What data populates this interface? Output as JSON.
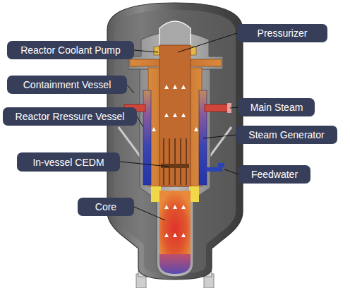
{
  "diagram": {
    "nodes": [
      {
        "text": [
          "Reactor Coolant Pump"
        ]
      },
      {
        "text": [
          "Containment Vessel"
        ]
      },
      {
        "text": [
          "Reactor Rressure Vessel"
        ]
      },
      {
        "text": [
          "In-vessel CEDM"
        ]
      },
      {
        "text": [
          "Core"
        ]
      },
      {
        "text": [
          "Pressurizer"
        ]
      },
      {
        "text": [
          "Main Steam"
        ]
      },
      {
        "text": [
          "Steam Generator"
        ]
      },
      {
        "text": [
          "Feedwater"
        ]
      }
    ]
  }
}
